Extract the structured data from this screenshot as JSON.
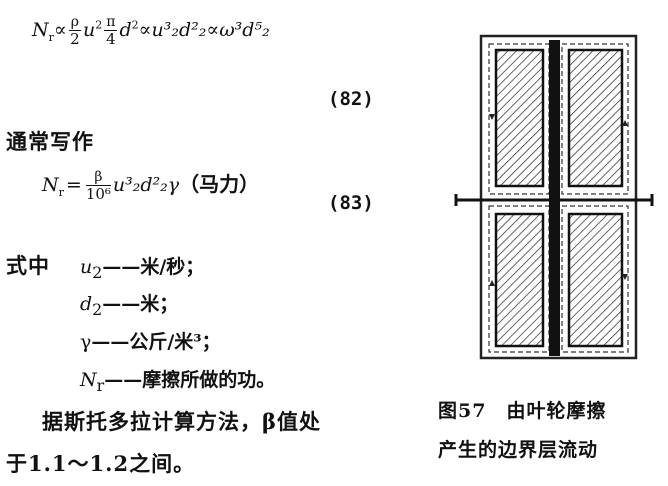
{
  "equations": {
    "eq82": {
      "lhs": "N",
      "lhs_sub": "r",
      "prop": "∝",
      "frac1_num": "ρ",
      "frac1_den": "2",
      "u": "u",
      "u_sub": "2",
      "u_sup": "2",
      "frac2_num": "π",
      "frac2_den": "4",
      "d": "d",
      "d_sub": "2",
      "d_sup": "2",
      "tail": "∝u³₂d²₂∝ω³d⁵₂",
      "number": "(82)"
    },
    "eq83": {
      "lhs": "N",
      "lhs_sub": "r",
      "eq": "=",
      "frac_num": "β",
      "frac_den": "10⁶",
      "body": "u³₂d²₂γ",
      "unit": "（马力）",
      "number": "(83)"
    }
  },
  "text": {
    "usually_written": "通常写作",
    "where": "式中",
    "var1_sym": "u",
    "var1_sub": "2",
    "var1_desc": "——米/秒；",
    "var2_sym": "d",
    "var2_sub": "2",
    "var2_desc": "——米；",
    "var3_sym": "γ",
    "var3_desc": "——公斤/米³；",
    "var4_sym": "N",
    "var4_sub": "r",
    "var4_desc": "——摩擦所做的功。",
    "para1": "据斯托多拉计算方法，β值处",
    "para2": "于1.1～1.2之间。"
  },
  "figure": {
    "caption_line1": "图57　由叶轮摩擦",
    "caption_line2": "产生的边界层流动"
  }
}
